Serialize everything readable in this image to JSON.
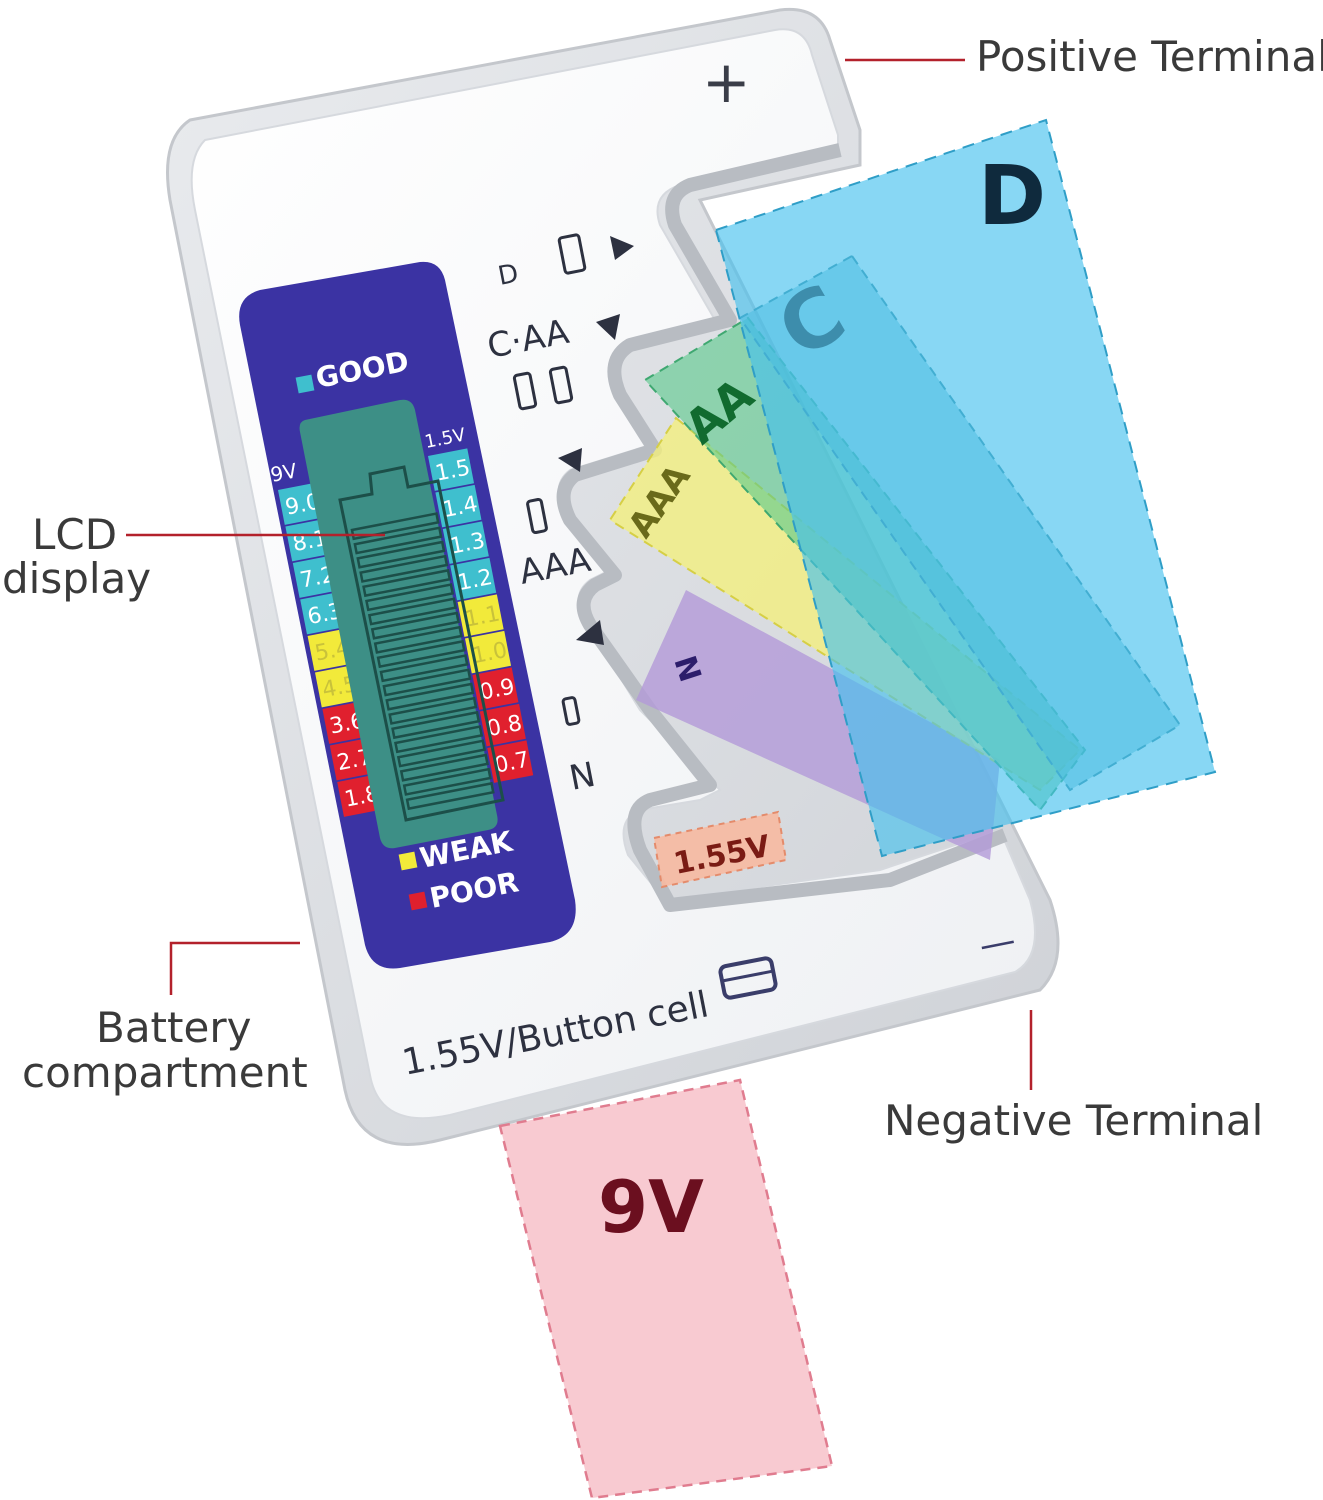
{
  "callouts": {
    "positive_terminal": "Positive Terminal",
    "lcd_line1": "LCD",
    "lcd_line2": "display",
    "battery_line1": "Battery",
    "battery_line2": "compartment",
    "negative_terminal": "Negative Terminal"
  },
  "device": {
    "plus_sign": "+",
    "minus_sign": "—",
    "bottom_label": "1.55V/Button cell",
    "button_cell_tag": "1.55V",
    "slot_labels": {
      "d": "D",
      "c_aa": "C·AA",
      "aaa": "AAA",
      "n": "N"
    }
  },
  "lcd": {
    "good": "GOOD",
    "weak": "WEAK",
    "poor": "POOR",
    "left_scale_header": "9V",
    "right_scale_header": "1.5V",
    "left_scale": [
      "9.0",
      "8.1",
      "7.2",
      "6.3",
      "5.4",
      "4.5",
      "3.6",
      "2.7",
      "1.8"
    ],
    "right_scale": [
      "1.5",
      "1.4",
      "1.3",
      "1.2",
      "1.1",
      "1.0",
      "0.9",
      "0.8",
      "0.7"
    ],
    "colors": {
      "good": "#3fbfce",
      "weak": "#f2ea3a",
      "poor": "#e0202e",
      "panel": "#3b33a3",
      "screen": "#3d8f86"
    }
  },
  "battery_overlays": [
    {
      "label": "D",
      "color": "#45c0ee"
    },
    {
      "label": "C",
      "color": "#4fb2c6"
    },
    {
      "label": "AA",
      "color": "#5cc98c"
    },
    {
      "label": "AAA",
      "color": "#f4f07c"
    },
    {
      "label": "N",
      "color": "#b39ad8"
    },
    {
      "label": "9V",
      "color": "#f7c4cc"
    }
  ],
  "colors": {
    "leader_line": "#b3212b",
    "text": "#3a3a3a"
  }
}
